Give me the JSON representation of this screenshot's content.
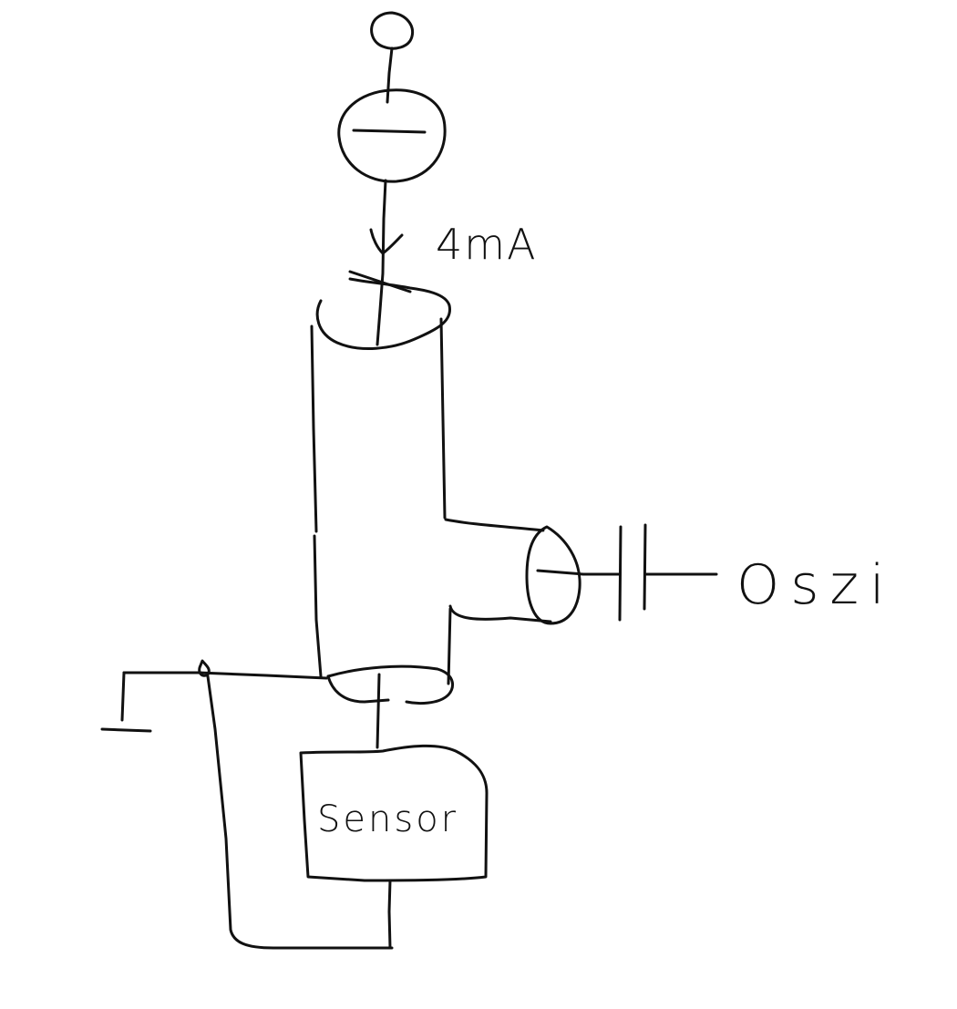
{
  "colors": {
    "ink": "#111111",
    "background": "#ffffff"
  },
  "labels": {
    "current": "4mA",
    "scope": "Oszi",
    "sensor": "Sensor"
  }
}
